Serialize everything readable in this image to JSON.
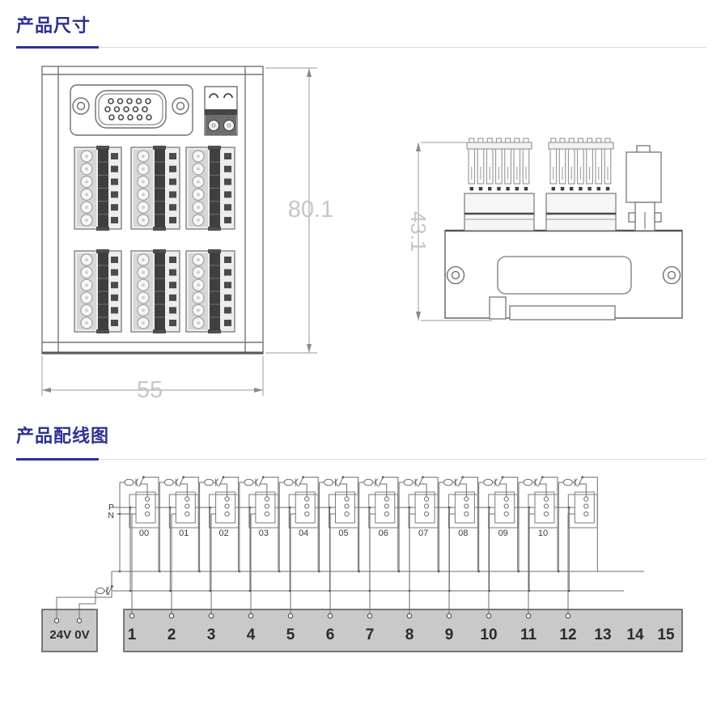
{
  "sections": {
    "dimensions": {
      "title": "产品尺寸"
    },
    "wiring": {
      "title": "产品配线图"
    }
  },
  "theme": {
    "accent": "#2e3192",
    "divider_gray": "#dcdcdc",
    "drawing_line": "#757575",
    "dim_line": "#9a9a9a",
    "dim_text": "#c6c6c6",
    "wire": "#6e6e6e",
    "panel_gray": "#c9c9c9",
    "text_dark": "#2b2b2b"
  },
  "front_view": {
    "width_label": "55",
    "height_label": "80.1"
  },
  "side_view": {
    "height_label": "43.1"
  },
  "wiring": {
    "p_label": "P",
    "n_label": "N",
    "unit_labels": [
      "00",
      "01",
      "02",
      "03",
      "04",
      "05",
      "06",
      "07",
      "08",
      "09",
      "10"
    ],
    "units_total": 12,
    "power_box_label": "24V 0V",
    "terminals": [
      "1",
      "2",
      "3",
      "4",
      "5",
      "6",
      "7",
      "8",
      "9",
      "10",
      "11",
      "12",
      "13",
      "14",
      "15"
    ],
    "terminals_wired": 12
  }
}
